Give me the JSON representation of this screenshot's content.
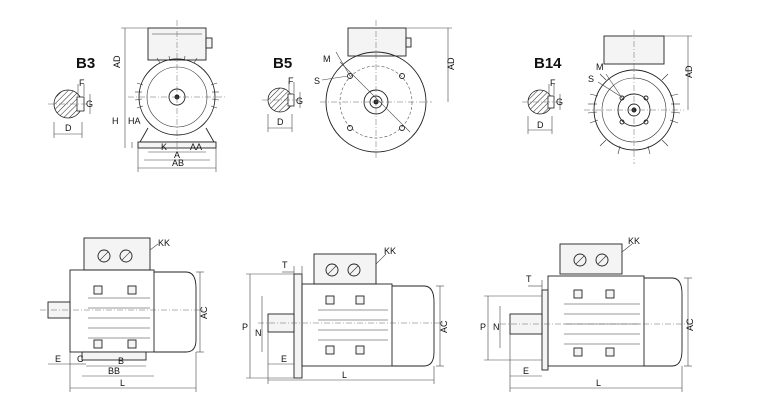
{
  "views": {
    "b3": {
      "title": "B3",
      "labels": {
        "ad": "AD",
        "h": "H",
        "ha": "HA",
        "k": "K",
        "a": "A",
        "aa": "AA",
        "ab": "AB",
        "f": "F",
        "g": "G",
        "d": "D"
      }
    },
    "b5": {
      "title": "B5",
      "labels": {
        "m": "M",
        "s": "S",
        "ad": "AD",
        "f": "F",
        "g": "G",
        "d": "D"
      }
    },
    "b14": {
      "title": "B14",
      "labels": {
        "m": "M",
        "s": "S",
        "ad": "AD",
        "f": "F",
        "g": "G",
        "d": "D"
      }
    },
    "side_b3": {
      "labels": {
        "kk": "KK",
        "ac": "AC",
        "e": "E",
        "c": "C",
        "b": "B",
        "bb": "BB",
        "l": "L"
      }
    },
    "side_b5": {
      "labels": {
        "t": "T",
        "kk": "KK",
        "p": "P",
        "n": "N",
        "ac": "AC",
        "e": "E",
        "l": "L"
      }
    },
    "side_b14": {
      "labels": {
        "t": "T",
        "kk": "KK",
        "p": "P",
        "n": "N",
        "ac": "AC",
        "e": "E",
        "l": "L"
      }
    }
  }
}
